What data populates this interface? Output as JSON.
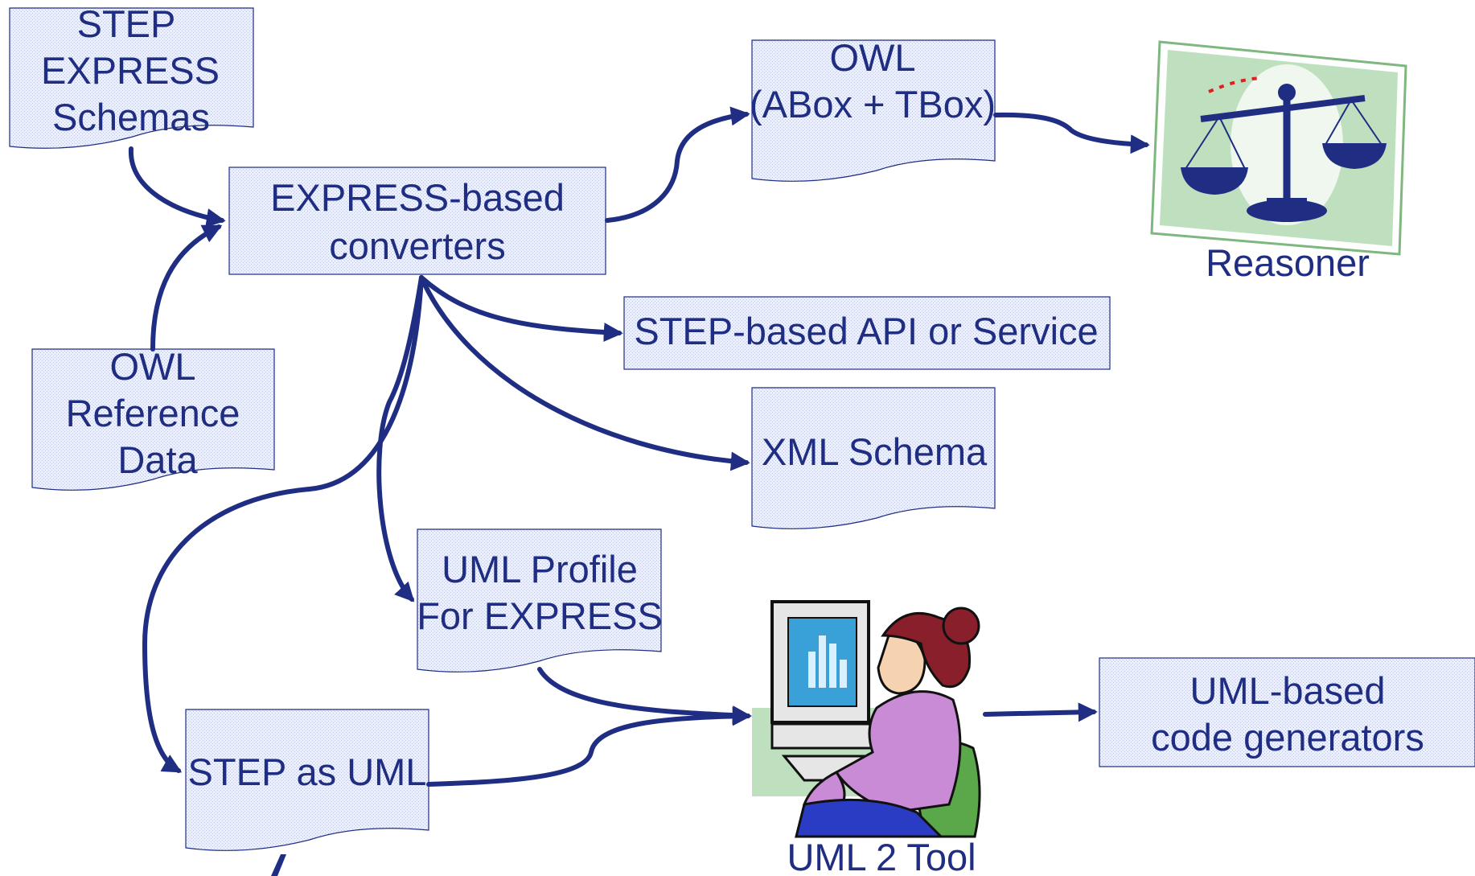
{
  "nodes": {
    "step_express": [
      "STEP",
      "EXPRESS",
      "Schemas"
    ],
    "express_converters": [
      "EXPRESS-based",
      "converters"
    ],
    "owl_abox_tbox": [
      "OWL",
      "(ABox + TBox)"
    ],
    "owl_reference": [
      "OWL",
      "Reference",
      "Data"
    ],
    "step_api": [
      "STEP-based API or Service"
    ],
    "xml_schema": [
      "XML Schema"
    ],
    "uml_profile": [
      "UML Profile",
      "For EXPRESS"
    ],
    "step_as_uml": [
      "STEP as UML"
    ],
    "uml_code_gen": [
      "UML-based",
      "code generators"
    ]
  },
  "icons": {
    "reasoner": {
      "name": "scales-of-justice-icon",
      "label": "Reasoner"
    },
    "uml_tool": {
      "name": "person-at-computer-icon",
      "label": "UML 2 Tool"
    }
  },
  "colors": {
    "ink": "#1f2d82",
    "box_fill": "#eef0f8",
    "card_green": "#bfe0bf",
    "monitor_blue": "#3aa0d8",
    "sweater_purple": "#c98ad6",
    "hair": "#8a1f2c",
    "chair_green": "#5aa84a"
  }
}
